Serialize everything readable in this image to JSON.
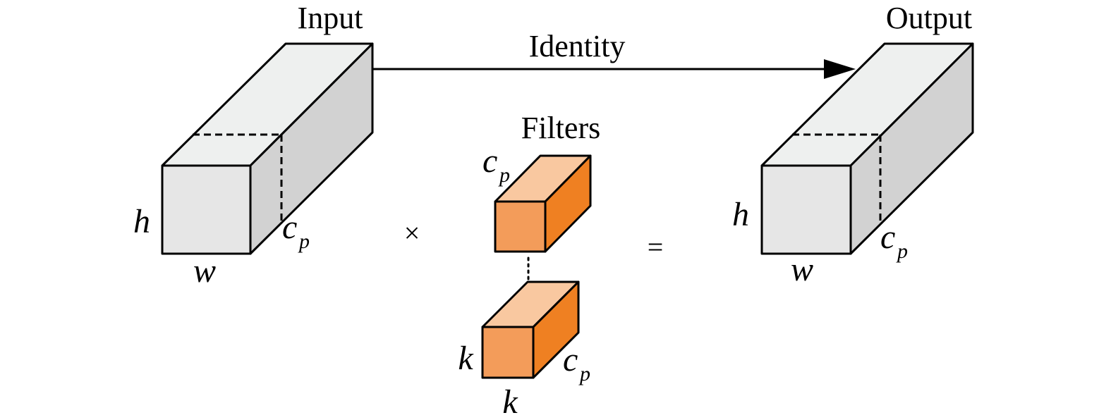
{
  "labels": {
    "input": "Input",
    "output": "Output",
    "identity": "Identity",
    "filters": "Filters",
    "times": "×",
    "equals": "="
  },
  "input_block": {
    "h": "h",
    "w": "w",
    "c": "c",
    "c_sub": "p"
  },
  "output_block": {
    "h": "h",
    "w": "w",
    "c": "c",
    "c_sub": "p"
  },
  "filter_top": {
    "c": "c",
    "c_sub": "p"
  },
  "filter_bottom": {
    "k_height": "k",
    "k_width": "k",
    "c": "c",
    "c_sub": "p"
  },
  "colors": {
    "block_front": "#e6e6e6",
    "block_top": "#eef0ef",
    "block_side": "#d2d2d2",
    "filter_front": "#f39c5a",
    "filter_top": "#f9c8a0",
    "filter_side": "#ef8022"
  }
}
